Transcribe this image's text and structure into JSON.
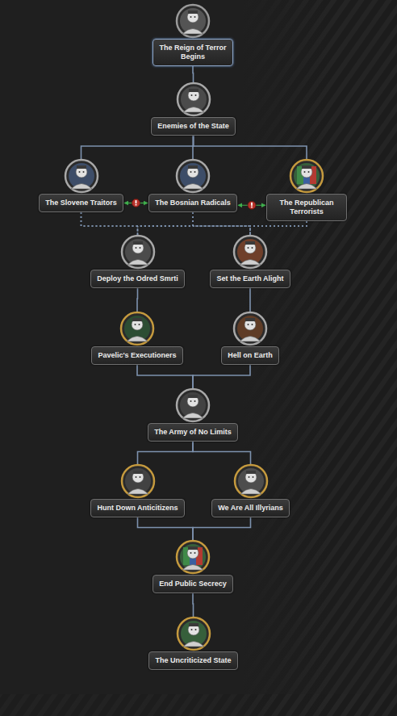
{
  "diagram": {
    "nodes": [
      {
        "text": [
          "The Reign of Terror Begins"
        ]
      },
      {
        "text": [
          "Enemies of the State"
        ]
      },
      {
        "text": [
          "The Slovene Traitors"
        ]
      },
      {
        "text": [
          "The Bosnian Radicals"
        ]
      },
      {
        "text": [
          "The Republican Terrorists"
        ]
      },
      {
        "text": [
          "Deploy the Odred Smrti"
        ]
      },
      {
        "text": [
          "Set the Earth Alight"
        ]
      },
      {
        "text": [
          "Pavelic's Executioners"
        ]
      },
      {
        "text": [
          "Hell on Earth"
        ]
      },
      {
        "text": [
          "The Army of No Limits"
        ]
      },
      {
        "text": [
          "Hunt Down Anticitizens"
        ]
      },
      {
        "text": [
          "We Are All Illyrians"
        ]
      },
      {
        "text": [
          "End Public Secrecy"
        ]
      },
      {
        "text": [
          "The Uncriticized State"
        ]
      }
    ],
    "edges": [
      {
        "from": 0,
        "to": 1,
        "arrow": "none"
      },
      {
        "from": 1,
        "to": 2,
        "arrow": "none"
      },
      {
        "from": 1,
        "to": 3,
        "arrow": "none"
      },
      {
        "from": 1,
        "to": 4,
        "arrow": "none"
      },
      {
        "from": 2,
        "to": 3,
        "arrow": "both"
      },
      {
        "from": 3,
        "to": 4,
        "arrow": "both"
      },
      {
        "from": 2,
        "to": 5,
        "arrow": "none"
      },
      {
        "from": 3,
        "to": 5,
        "arrow": "none"
      },
      {
        "from": 4,
        "to": 5,
        "arrow": "none"
      },
      {
        "from": 2,
        "to": 6,
        "arrow": "none"
      },
      {
        "from": 3,
        "to": 6,
        "arrow": "none"
      },
      {
        "from": 4,
        "to": 6,
        "arrow": "none"
      },
      {
        "from": 5,
        "to": 7,
        "arrow": "none"
      },
      {
        "from": 6,
        "to": 8,
        "arrow": "none"
      },
      {
        "from": 7,
        "to": 9,
        "arrow": "none"
      },
      {
        "from": 8,
        "to": 9,
        "arrow": "none"
      },
      {
        "from": 9,
        "to": 10,
        "arrow": "none"
      },
      {
        "from": 9,
        "to": 11,
        "arrow": "none"
      },
      {
        "from": 10,
        "to": 12,
        "arrow": "none"
      },
      {
        "from": 11,
        "to": 12,
        "arrow": "none"
      },
      {
        "from": 12,
        "to": 13,
        "arrow": "none"
      }
    ]
  }
}
